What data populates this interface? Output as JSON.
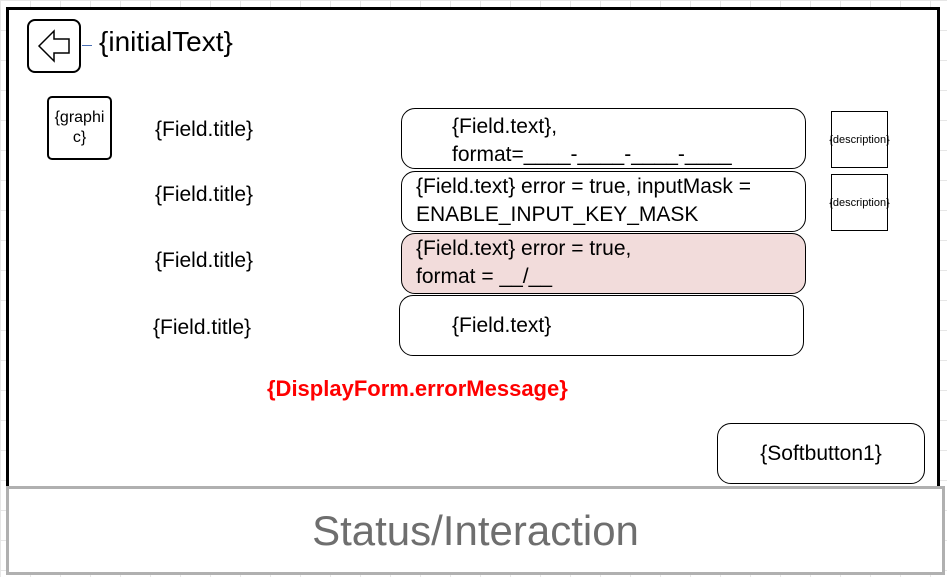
{
  "header": {
    "back_icon": "arrow-left-icon",
    "initial_text": "{initialText}"
  },
  "graphic": {
    "text": "{graphic}"
  },
  "fields": [
    {
      "title": "{Field.title}",
      "text": "{Field.text},\nformat=____-____-____-____",
      "error": false,
      "description": "{description}"
    },
    {
      "title": "{Field.title}",
      "text": "{Field.text} error = true, inputMask = ENABLE_INPUT_KEY_MASK",
      "error": false,
      "description": "{description}"
    },
    {
      "title": "{Field.title}",
      "text": "{Field.text} error = true,\nformat = __/__",
      "error": true
    },
    {
      "title": "{Field.title}",
      "text": "{Field.text}",
      "error": false
    }
  ],
  "error_message": "{DisplayForm.errorMessage}",
  "softbutton_label": "{Softbutton1}",
  "status_label": "Status/Interaction",
  "colors": {
    "error_text": "#ff0000",
    "error_field_bg": "#f2dcdb",
    "status_text": "#6e6e6e"
  }
}
